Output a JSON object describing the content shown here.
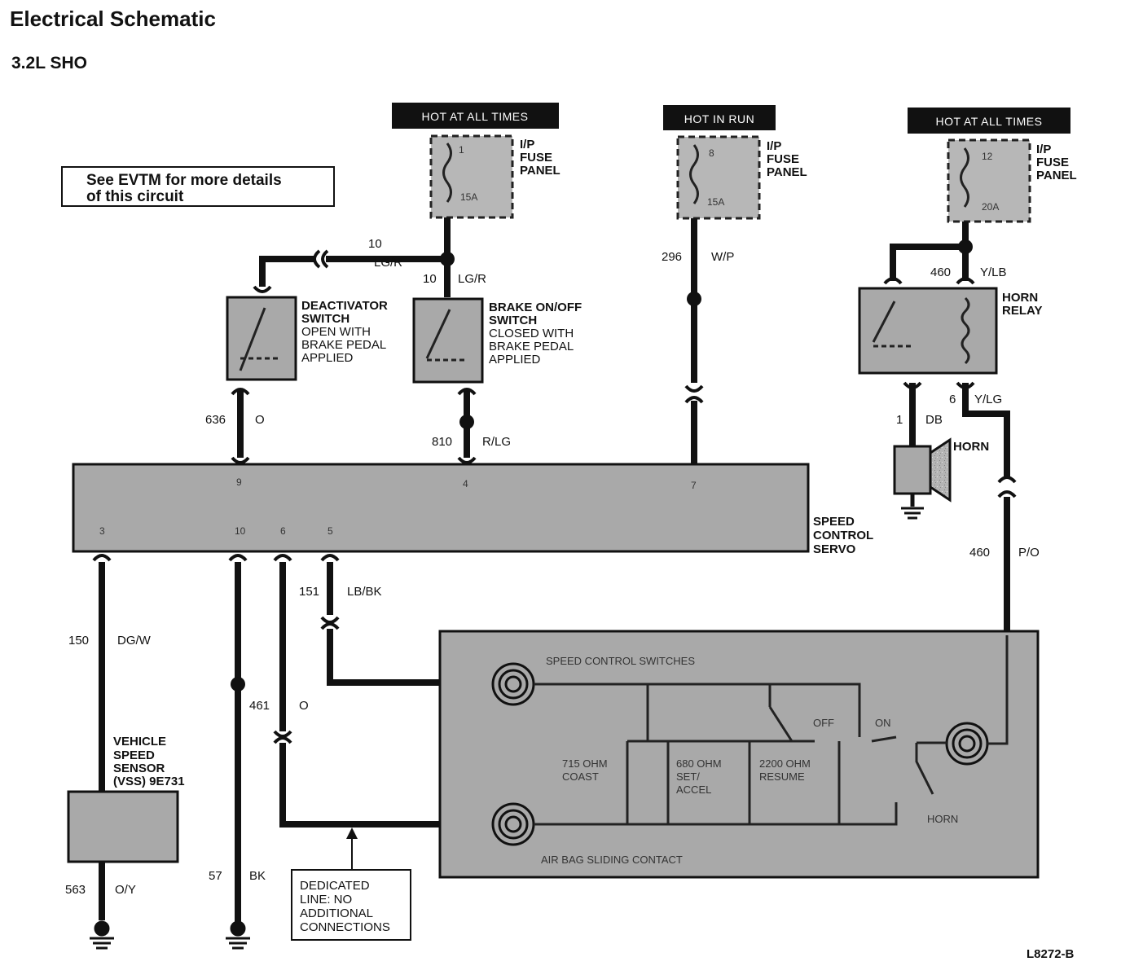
{
  "title": "Electrical Schematic",
  "subtitle": "3.2L SHO",
  "note": {
    "line1": "See EVTM for more details",
    "line2": "of this circuit"
  },
  "figure_code": "L8272-B",
  "power_sources": [
    {
      "id": "ps1",
      "label": "HOT AT ALL TIMES",
      "fuse_number": "1",
      "fuse_rating": "15A",
      "panel": [
        "I/P",
        "FUSE",
        "PANEL"
      ]
    },
    {
      "id": "ps2",
      "label": "HOT IN RUN",
      "fuse_number": "8",
      "fuse_rating": "15A",
      "panel": [
        "I/P",
        "FUSE",
        "PANEL"
      ]
    },
    {
      "id": "ps3",
      "label": "HOT AT ALL TIMES",
      "fuse_number": "12",
      "fuse_rating": "20A",
      "panel": [
        "I/P",
        "FUSE",
        "PANEL"
      ]
    }
  ],
  "components": {
    "deactivator": [
      "DEACTIVATOR",
      "SWITCH",
      "OPEN WITH",
      "BRAKE PEDAL",
      "APPLIED"
    ],
    "brake_switch": [
      "BRAKE ON/OFF",
      "SWITCH",
      "CLOSED WITH",
      "BRAKE PEDAL",
      "APPLIED"
    ],
    "horn_relay": [
      "HORN",
      "RELAY"
    ],
    "horn": "HORN",
    "servo": [
      "SPEED",
      "CONTROL",
      "SERVO"
    ],
    "vss": [
      "VEHICLE",
      "SPEED",
      "SENSOR",
      "(VSS) 9E731"
    ],
    "dedicated": [
      "DEDICATED",
      "LINE: NO",
      "ADDITIONAL",
      "CONNECTIONS"
    ]
  },
  "servo_pins": {
    "p9": "9",
    "p4": "4",
    "p7": "7",
    "p3": "3",
    "p10": "10",
    "p6": "6",
    "p5": "5"
  },
  "switch_module": {
    "header": "SPEED CONTROL SWITCHES",
    "footer": "AIR BAG SLIDING CONTACT",
    "off": "OFF",
    "on": "ON",
    "horn": "HORN",
    "coast": [
      "715 OHM",
      "COAST"
    ],
    "set": [
      "680 OHM",
      "SET/",
      "ACCEL"
    ],
    "resume": [
      "2200 OHM",
      "RESUME"
    ]
  },
  "wires": [
    {
      "id": "w1",
      "circuit": "10",
      "color": "LG/R"
    },
    {
      "id": "w2",
      "circuit": "10",
      "color": "LG/R"
    },
    {
      "id": "w3",
      "circuit": "296",
      "color": "W/P"
    },
    {
      "id": "w4",
      "circuit": "460",
      "color": "Y/LB"
    },
    {
      "id": "w5",
      "circuit": "636",
      "color": "O"
    },
    {
      "id": "w6",
      "circuit": "810",
      "color": "R/LG"
    },
    {
      "id": "w7",
      "circuit": "1",
      "color": "DB"
    },
    {
      "id": "w8",
      "circuit": "6",
      "color": "Y/LG"
    },
    {
      "id": "w9",
      "circuit": "460",
      "color": "P/O"
    },
    {
      "id": "w10",
      "circuit": "151",
      "color": "LB/BK"
    },
    {
      "id": "w11",
      "circuit": "150",
      "color": "DG/W"
    },
    {
      "id": "w12",
      "circuit": "461",
      "color": "O"
    },
    {
      "id": "w13",
      "circuit": "57",
      "color": "BK"
    },
    {
      "id": "w14",
      "circuit": "563",
      "color": "O/Y"
    }
  ]
}
